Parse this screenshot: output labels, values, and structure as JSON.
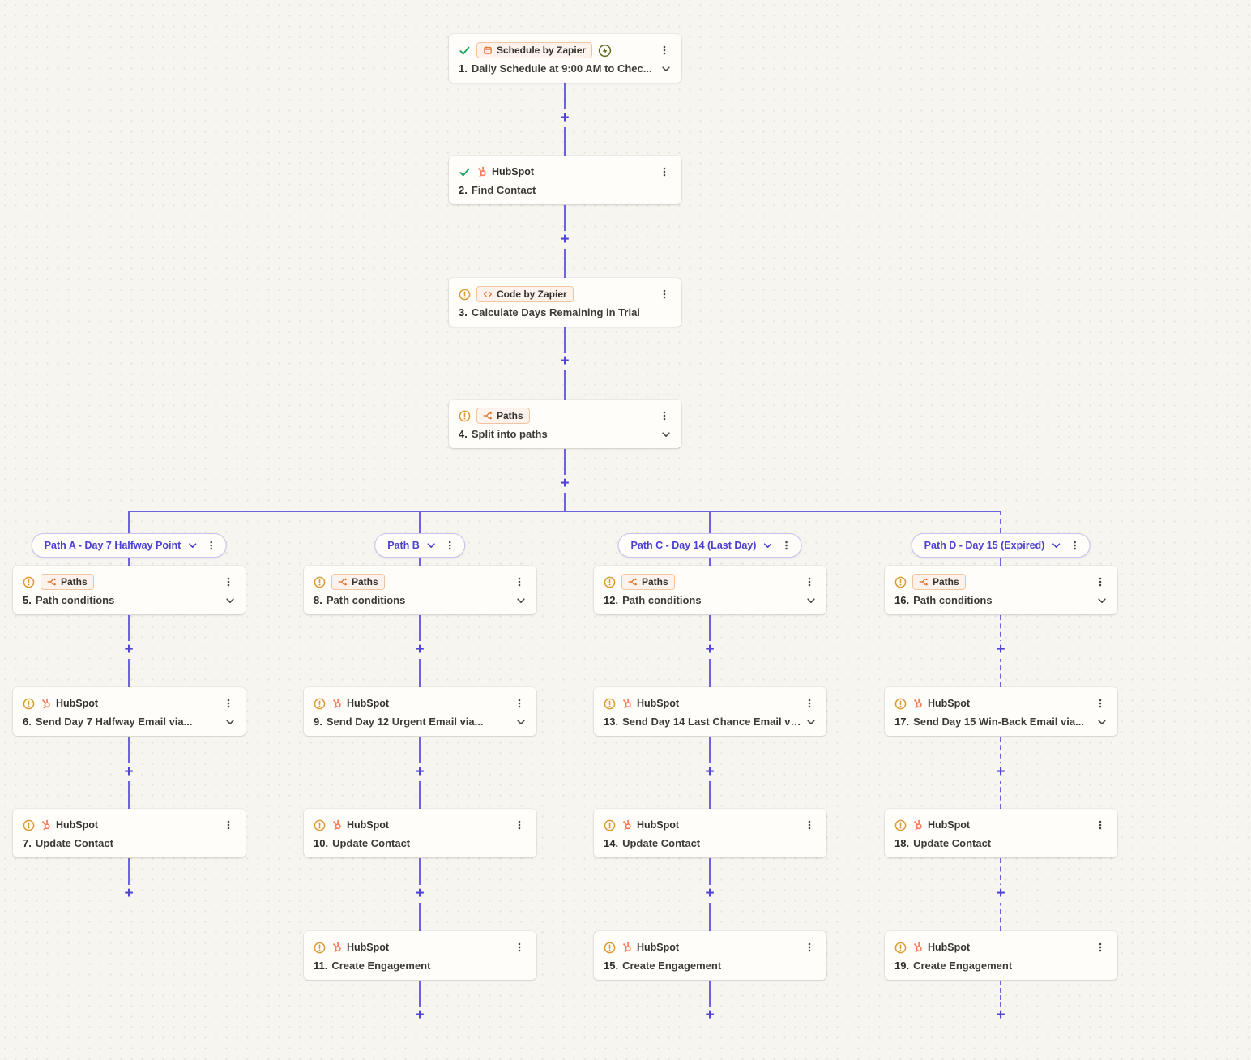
{
  "canvas": {
    "plus_glyph": "+",
    "background": "#f7f5f0",
    "line_color": "#6d61e4",
    "accent_purple": "#5145d8",
    "zapier_orange": "#e0691f",
    "hubspot_orange": "#ff7a59",
    "success_green": "#18a05f",
    "warning_amber": "#db9a34"
  },
  "trunk_steps": [
    {
      "app": "Schedule by Zapier",
      "num": "1.",
      "title": "Daily Schedule at 9:00 AM to Chec...",
      "status": "success"
    },
    {
      "app": "HubSpot",
      "num": "2.",
      "title": "Find Contact",
      "status": "success"
    },
    {
      "app": "Code by Zapier",
      "num": "3.",
      "title": "Calculate Days Remaining in Trial",
      "status": "warning"
    },
    {
      "app": "Paths",
      "num": "4.",
      "title": "Split into paths",
      "status": "warning"
    }
  ],
  "paths": [
    {
      "label": "Path A - Day 7 Halfway Point",
      "steps": [
        {
          "app": "Paths",
          "num": "5.",
          "title": "Path conditions",
          "status": "warning"
        },
        {
          "app": "HubSpot",
          "num": "6.",
          "title": "Send Day 7 Halfway Email via...",
          "status": "warning"
        },
        {
          "app": "HubSpot",
          "num": "7.",
          "title": "Update Contact",
          "status": "warning"
        }
      ]
    },
    {
      "label": "Path B",
      "steps": [
        {
          "app": "Paths",
          "num": "8.",
          "title": "Path conditions",
          "status": "warning"
        },
        {
          "app": "HubSpot",
          "num": "9.",
          "title": "Send Day 12 Urgent Email via...",
          "status": "warning"
        },
        {
          "app": "HubSpot",
          "num": "10.",
          "title": "Update Contact",
          "status": "warning"
        },
        {
          "app": "HubSpot",
          "num": "11.",
          "title": "Create Engagement",
          "status": "warning"
        }
      ]
    },
    {
      "label": "Path C - Day 14 (Last Day)",
      "steps": [
        {
          "app": "Paths",
          "num": "12.",
          "title": "Path conditions",
          "status": "warning"
        },
        {
          "app": "HubSpot",
          "num": "13.",
          "title": "Send Day 14 Last Chance Email vi...",
          "status": "warning"
        },
        {
          "app": "HubSpot",
          "num": "14.",
          "title": "Update Contact",
          "status": "warning"
        },
        {
          "app": "HubSpot",
          "num": "15.",
          "title": "Create Engagement",
          "status": "warning"
        }
      ]
    },
    {
      "label": "Path D - Day 15 (Expired)",
      "steps": [
        {
          "app": "Paths",
          "num": "16.",
          "title": "Path conditions",
          "status": "warning"
        },
        {
          "app": "HubSpot",
          "num": "17.",
          "title": "Send Day 15 Win-Back Email via...",
          "status": "warning"
        },
        {
          "app": "HubSpot",
          "num": "18.",
          "title": "Update Contact",
          "status": "warning"
        },
        {
          "app": "HubSpot",
          "num": "19.",
          "title": "Create Engagement",
          "status": "warning"
        }
      ]
    }
  ]
}
